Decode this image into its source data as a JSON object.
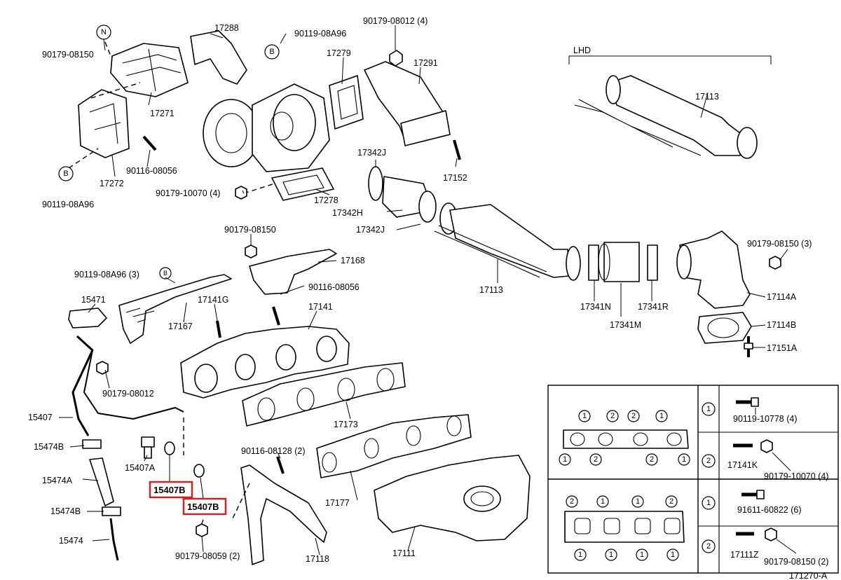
{
  "figure_code": "171270-A",
  "variant_label": "LHD",
  "callouts": {
    "n": "N",
    "b": "B"
  },
  "part_numbers": {
    "p90179_08150_top": "90179-08150",
    "p17288": "17288",
    "p90119_08a96_top": "90119-08A96",
    "p90179_08012_top": "90179-08012 (4)",
    "p17279": "17279",
    "p17291": "17291",
    "p17271": "17271",
    "p90116_08056_top": "90116-08056",
    "p17272": "17272",
    "p90119_08a96_bottom": "90119-08A96",
    "p90179_10070": "90179-10070 (4)",
    "p17278": "17278",
    "p17152": "17152",
    "p17342j_top": "17342J",
    "p17342h": "17342H",
    "p17342j_bottom": "17342J",
    "p17113_lhd": "17113",
    "p17113": "17113",
    "p17341n": "17341N",
    "p17341m": "17341M",
    "p17341r": "17341R",
    "p90179_08150_mid": "90179-08150",
    "p17168": "17168",
    "p90119_08a96_3": "90119-08A96 (3)",
    "p90116_08056_mid": "90116-08056",
    "p15471": "15471",
    "p17141g": "17141G",
    "p17141": "17141",
    "p17167": "17167",
    "p90179_08150_3": "90179-08150 (3)",
    "p17114a": "17114A",
    "p17114b": "17114B",
    "p17151a": "17151A",
    "p90179_08012_mid": "90179-08012",
    "p15407": "15407",
    "p17173": "17173",
    "p15474b_top": "15474B",
    "p15407a": "15407A",
    "p90116_08128": "90116-08128 (2)",
    "p15474a": "15474A",
    "p15407b_1": "15407B",
    "p15407b_2": "15407B",
    "p17177": "17177",
    "p15474b_bottom": "15474B",
    "p15474": "15474",
    "p90179_08059": "90179-08059 (2)",
    "p17118": "17118",
    "p17111": "17111"
  },
  "legend": {
    "rows": [
      {
        "key": "1",
        "parts": [
          "90119-10778 (4)"
        ]
      },
      {
        "key": "2",
        "parts": [
          "17141K",
          "90179-10070 (4)"
        ]
      },
      {
        "key": "1",
        "parts": [
          "91611-60822 (6)"
        ]
      },
      {
        "key": "2",
        "parts": [
          "17111Z",
          "90179-08150 (2)"
        ]
      }
    ],
    "gasket_top_upper": [
      "1",
      "2",
      "2",
      "1"
    ],
    "gasket_top_lower": [
      "1",
      "2",
      "2",
      "1"
    ],
    "gasket_bottom_upper": [
      "2",
      "1",
      "1",
      "2"
    ],
    "gasket_bottom_lower": [
      "1",
      "1",
      "1",
      "1"
    ]
  },
  "highlighted_parts": [
    "15407B",
    "15407B"
  ],
  "colors": {
    "highlight": "#e01b1b",
    "ink": "#000000",
    "paper": "#ffffff"
  }
}
